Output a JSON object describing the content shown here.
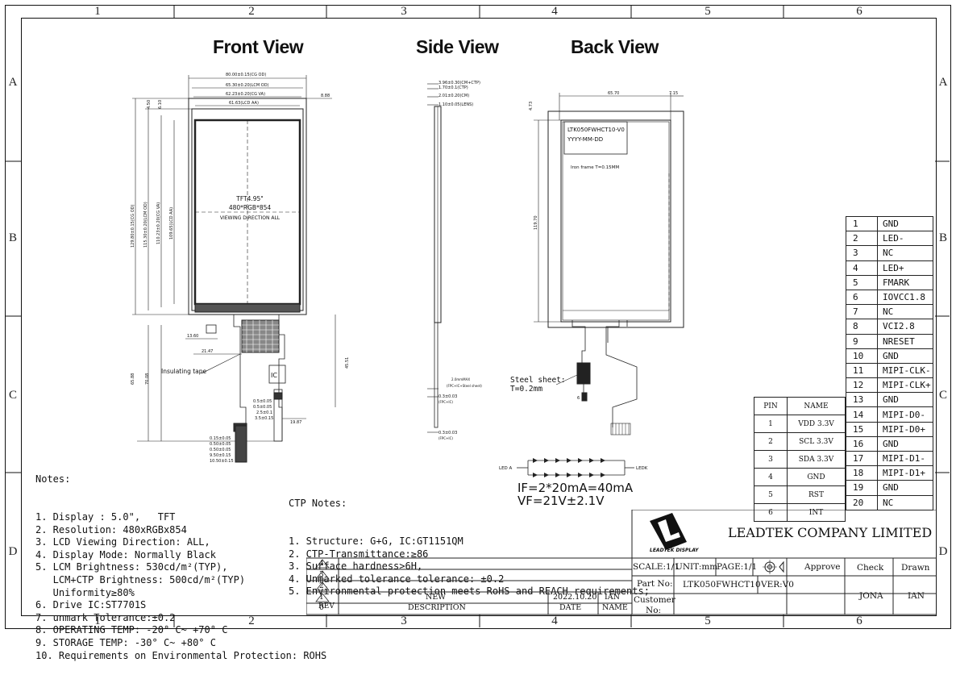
{
  "zones": {
    "cols": [
      "1",
      "2",
      "3",
      "4",
      "5",
      "6"
    ],
    "rows": [
      "A",
      "B",
      "C",
      "D"
    ]
  },
  "views": {
    "front": "Front View",
    "side": "Side View",
    "back": "Back View"
  },
  "front": {
    "dims_top": [
      "80.00±0.15(CG OD)",
      "65.30±0.20(LCM OD)",
      "62.23±0.20(CG VA)",
      "61.63(LCD AA)",
      "8.88"
    ],
    "dims_left": [
      "129.80±0.15(CG OD)",
      "115.30±0.20(LCM OD)",
      "110.23±0.20(CG VA)",
      "109.65(LCD AA)"
    ],
    "dims_small_top": [
      "4.50",
      "6.10"
    ],
    "panel": [
      "TFT4.95\"",
      "480*RGB*854",
      "VIEWING DIRECTION ALL"
    ],
    "dims_fpc": [
      "13.60",
      "21.47",
      "65.88",
      "70.08",
      "45.51",
      "19.87"
    ],
    "dims_pins": [
      "0.5±0.05",
      "0.5±0.05",
      "2.5±0.1",
      "3.5±0.15"
    ],
    "dims_bottom": [
      "0.15±0.05",
      "0.50±0.05",
      "0.50±0.05",
      "9.50±0.15",
      "10.50±0.15"
    ],
    "insulating": "Insulating tape",
    "ic": "IC"
  },
  "side": {
    "dims": [
      "3.96±0.30(CM+CTP)",
      "1.70±0.1(CTP)",
      "2.01±0.20(CM)",
      "1.10±0.05(LENS)"
    ],
    "dims_mid": [
      "2.0mmMAX",
      "(FPC+IC+Steel sheet)",
      "0.3±0.03",
      "(FPC+IC)"
    ],
    "dims_low": [
      "0.3±0.03",
      "(FPC+IC)"
    ]
  },
  "back": {
    "label1": "LTK050FWHCT10-V0",
    "label2": "YYYY-MM-DD",
    "iron": "Iron frame T=0.15MM",
    "dims": [
      "65.70",
      "7.15",
      "4.73",
      "119.70"
    ],
    "steel": [
      "Steel sheet:",
      "T=0.2mm"
    ],
    "dot": "6"
  },
  "led": {
    "anode": "LED A",
    "cathode": "LEDK",
    "if": "IF=2*20mA=40mA",
    "vf": "VF=21V±2.1V"
  },
  "notes_title": "Notes:",
  "notes": [
    "1. Display : 5.0\",   TFT",
    "2. Resolution: 480xRGBx854",
    "3. LCD Viewing Direction: ALL,",
    "4. Display Mode: Normally Black",
    "5. LCM Brightness: 530cd/m²(TYP),",
    "   LCM+CTP Brightness: 500cd/m²(TYP)",
    "   Uniformity≥80%",
    "6. Drive IC:ST7701S",
    "7. unmark Tolerance:±0.2",
    "8. OPERATING TEMP: -20° C~ +70° C",
    "9. STORAGE TEMP: -30° C~ +80° C",
    "10. Requirements on Environmental Protection: ROHS"
  ],
  "ctp_title": "CTP Notes:",
  "ctp_notes": [
    "1. Structure: G+G, IC:GT1151QM",
    "2. CTP-Transmittance:≥86",
    "3. Surface hardness>6H,",
    "4. Unmarked tolerance tolerance: ±0.2",
    "5. Environmental protection meets RoHS and REACH requirements;"
  ],
  "pins": [
    {
      "n": "1",
      "v": "GND"
    },
    {
      "n": "2",
      "v": "LED-"
    },
    {
      "n": "3",
      "v": "NC"
    },
    {
      "n": "4",
      "v": "LED+"
    },
    {
      "n": "5",
      "v": "FMARK"
    },
    {
      "n": "6",
      "v": "IOVCC1.8"
    },
    {
      "n": "7",
      "v": "NC"
    },
    {
      "n": "8",
      "v": "VCI2.8"
    },
    {
      "n": "9",
      "v": "NRESET"
    },
    {
      "n": "10",
      "v": "GND"
    },
    {
      "n": "11",
      "v": "MIPI-CLK-"
    },
    {
      "n": "12",
      "v": "MIPI-CLK+"
    },
    {
      "n": "13",
      "v": "GND"
    },
    {
      "n": "14",
      "v": "MIPI-D0-"
    },
    {
      "n": "15",
      "v": "MIPI-D0+"
    },
    {
      "n": "16",
      "v": "GND"
    },
    {
      "n": "17",
      "v": "MIPI-D1-"
    },
    {
      "n": "18",
      "v": "MIPI-D1+"
    },
    {
      "n": "19",
      "v": "GND"
    },
    {
      "n": "20",
      "v": "NC"
    }
  ],
  "ctp_pins": {
    "header": [
      "PIN",
      "NAME"
    ],
    "rows": [
      {
        "n": "1",
        "v": "VDD 3.3V"
      },
      {
        "n": "2",
        "v": "SCL 3.3V"
      },
      {
        "n": "3",
        "v": "SDA 3.3V"
      },
      {
        "n": "4",
        "v": "GND"
      },
      {
        "n": "5",
        "v": "RST"
      },
      {
        "n": "6",
        "v": "INT"
      }
    ]
  },
  "title_block": {
    "company": "LEADTEK COMPANY LIMITED",
    "logo_text": "LEADTEK DISPLAY",
    "scale": "SCALE:1/1",
    "unit": "UNIT:mm",
    "page": "PAGE:1/1",
    "approve": "Approve",
    "check": "Check",
    "drawn": "Drawn",
    "part_no_label": "Part No:",
    "part_no": "LTK050FWHCT10",
    "ver": "VER:V0",
    "customer_label": "Customer",
    "customer_no": "No:",
    "check_name": "JONA",
    "drawn_name": "IAN"
  },
  "revision": {
    "revs": [
      "4",
      "3",
      "2",
      "1",
      "0"
    ],
    "rev_header": "REV",
    "desc_header": "DESCRIPTION",
    "date_header": "DATE",
    "name_header": "NAME",
    "entry_desc": "NEW",
    "entry_date": "2022.10.20",
    "entry_name": "IAN"
  }
}
